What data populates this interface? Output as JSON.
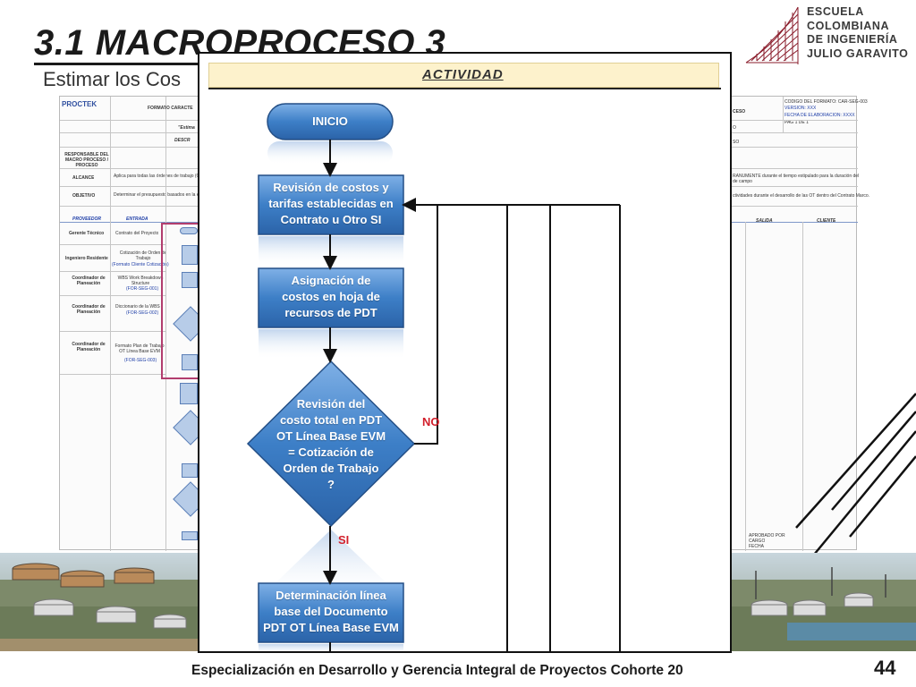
{
  "slide": {
    "title": "3.1 MACROPROCESO 3",
    "subtitle": "Estimar los Cos",
    "footer": "Especialización en Desarrollo y Gerencia Integral de Proyectos Cohorte 20",
    "page_number": "44"
  },
  "logo": {
    "lines": [
      "ESCUELA",
      "COLOMBIANA",
      "DE INGENIERÍA",
      "JULIO GARAVITO"
    ]
  },
  "document": {
    "logo_text": "PROCTEK",
    "format_title": "FORMATO CARACTE",
    "quoted": "\"Estima",
    "descr": "DESCR",
    "responsable": "RESPONSABLE DEL MACRO PROCESO / PROCESO",
    "alcance_label": "ALCANCE",
    "alcance_text": "Aplica para todas las órdenes de trabajo (OT) ...",
    "objetivo_label": "OBJETIVO",
    "objetivo_text": "Determinar el presupuesto basados en la estim",
    "col_proveedor": "PROVEEDOR",
    "col_entrada": "ENTRADA",
    "col_salida": "SALIDA",
    "col_cliente": "CLIENTE",
    "rows": [
      {
        "role": "Gerente Técnico",
        "input": "Contrato del Proyecto"
      },
      {
        "role": "Ingeniero Residente",
        "input": "Cotización de Orden de Trabajo",
        "code": "(Formato Cliente Cotización)"
      },
      {
        "role": "Coordinador de Planeación",
        "input": "WBS Work Breakdown Structure",
        "code": "(FOR-SEG-001)"
      },
      {
        "role": "Coordinador de Planeación",
        "input": "Diccionario de la WBS",
        "code": "(FOR-SEG-002)"
      },
      {
        "role": "Coordinador de Planeación",
        "input": "Formato Plan de Trabajo OT Línea Base EVM",
        "code": "(FOR-SEG-003)"
      }
    ],
    "right_header": [
      "CÓDIGO DEL FORMATO: CAR-SEG-003",
      "VERSIÓN: XXX",
      "FECHA DE ELABORACIÓN: XXXX",
      "PAG 1 DE 1"
    ],
    "right_texts": [
      "CESO",
      "O",
      "SO",
      "RANUMENTE durante el tiempo estipulado para la duración del",
      "de campo",
      "ctividades durante el desarrollo de las OT dentro del Contrato Marco."
    ],
    "approval": [
      "APROBADO POR",
      "CARGO",
      "FECHA"
    ]
  },
  "flowchart": {
    "header": "ACTIVIDAD",
    "start": "INICIO",
    "step1": "Revisión de costos y\ntarifas establecidas en\nContrato u Otro SI",
    "step2": "Asignación de\ncostos en hoja de\nrecursos de PDT",
    "decision": "Revisión del\ncosto total en PDT\nOT Línea Base EVM\n= Cotización de\nOrden de Trabajo\n?",
    "label_no": "NO",
    "label_si": "SI",
    "step3": "Determinación línea\nbase del Documento\nPDT OT Línea Base EVM"
  },
  "colors": {
    "node_blue": "#2f6fb8",
    "node_light": "#6fa3dd",
    "header_fill": "#fdf2cc",
    "label_red": "#d2202c",
    "frame_pink": "#b23d6e"
  }
}
